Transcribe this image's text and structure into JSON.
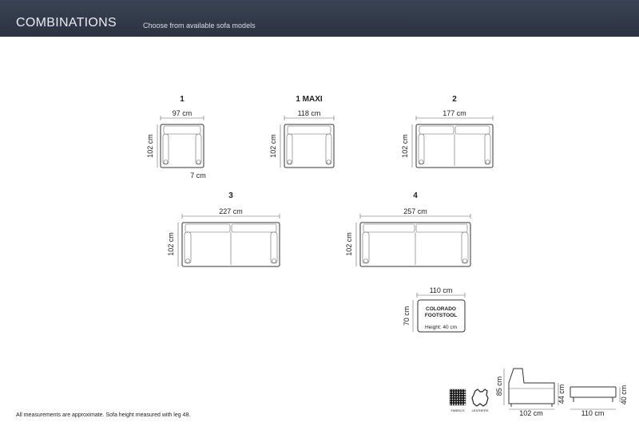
{
  "header": {
    "title": "COMBINATIONS",
    "subtitle": "Choose from available sofa models"
  },
  "models": [
    {
      "label": "1",
      "width": "97 cm",
      "depth": "102 cm",
      "arm": "7 cm"
    },
    {
      "label": "1 MAXI",
      "width": "118 cm",
      "depth": "102 cm"
    },
    {
      "label": "2",
      "width": "177 cm",
      "depth": "102 cm"
    },
    {
      "label": "3",
      "width": "227 cm",
      "depth": "102 cm"
    },
    {
      "label": "4",
      "width": "257 cm",
      "depth": "102 cm"
    }
  ],
  "footstool": {
    "name_line1": "COLORADO",
    "name_line2": "FOOTSTOOL",
    "height": "Height: 40 cm",
    "width": "110 cm",
    "depth": "70 cm"
  },
  "legend": {
    "fabrics": "FABRICS",
    "leathers": "LEATHERS"
  },
  "side_view": {
    "height": "85 cm",
    "seat": "44 cm",
    "depth": "102 cm"
  },
  "footstool_side": {
    "height": "40 cm",
    "width": "110 cm"
  },
  "footer": "All measurements are approximate. Sofa height measured with leg 48."
}
